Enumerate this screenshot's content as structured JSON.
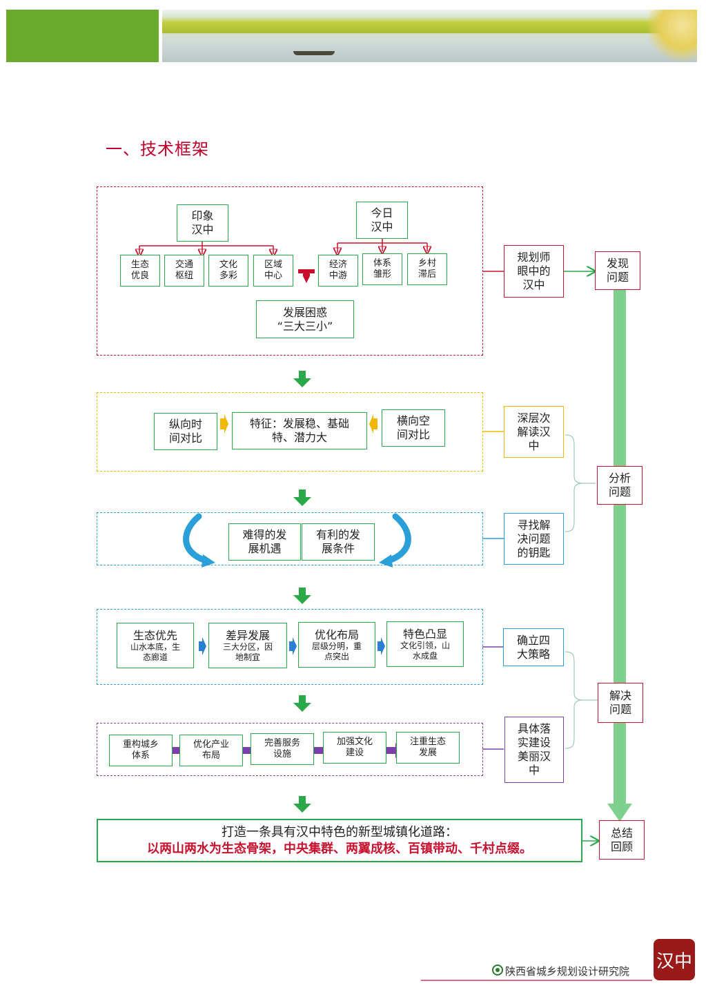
{
  "header": {
    "section_title": "一、技术框架"
  },
  "section1": {
    "impression": "印象\n汉中",
    "today": "今日\n汉中",
    "left_items": [
      "生态\n优良",
      "交通\n枢纽",
      "文化\n多彩",
      "区域\n中心"
    ],
    "right_items": [
      "经济\n中游",
      "体系\n雏形",
      "乡村\n滞后"
    ],
    "puzzle": "发展困惑\n“三大三小”",
    "side_label": "规划师\n眼中的\n汉中"
  },
  "section2": {
    "left": "纵向时\n间对比",
    "center": "特征：发展稳、基础\n特、潜力大",
    "right": "横向空\n间对比",
    "side_label": "深层次\n解读汉\n中"
  },
  "section3": {
    "left": "难得的发\n展机遇",
    "right": "有利的发\n展条件",
    "side_label": "寻找解\n决问题\n的钥匙"
  },
  "section4": {
    "strategies": [
      {
        "title": "生态优先",
        "sub": "山水本底，生\n态廊道"
      },
      {
        "title": "差异发展",
        "sub": "三大分区，因\n地制宜"
      },
      {
        "title": "优化布局",
        "sub": "层级分明，重\n点突出"
      },
      {
        "title": "特色凸显",
        "sub": "文化引领，山\n水成盘"
      }
    ],
    "side_label": "确立四\n大策略"
  },
  "section5": {
    "actions": [
      "重构城乡\n体系",
      "优化产业\n布局",
      "完善服务\n设施",
      "加强文化\n建设",
      "注重生态\n发展"
    ],
    "side_label": "具体落\n实建设\n美丽汉\n中"
  },
  "final": {
    "line1": "打造一条具有汉中特色的新型城镇化道路：",
    "line2": "以两山两水为生态骨架，中央集群、两翼成核、百镇带动、千村点缀。"
  },
  "stages": {
    "discover": "发现\n问题",
    "analyze": "分析\n问题",
    "solve": "解决\n问题",
    "summary": "总结\n回顾"
  },
  "footer": {
    "institute": "陕西省城乡规划设计研究院",
    "seal": "汉中"
  },
  "colors": {
    "red": "#c8102e",
    "green": "#2aa84a",
    "yellow": "#f2b700",
    "blue": "#2a9fd8",
    "purple": "#7b3fa8",
    "light_green": "#7fd08e",
    "header_green": "#6aaa2a"
  }
}
